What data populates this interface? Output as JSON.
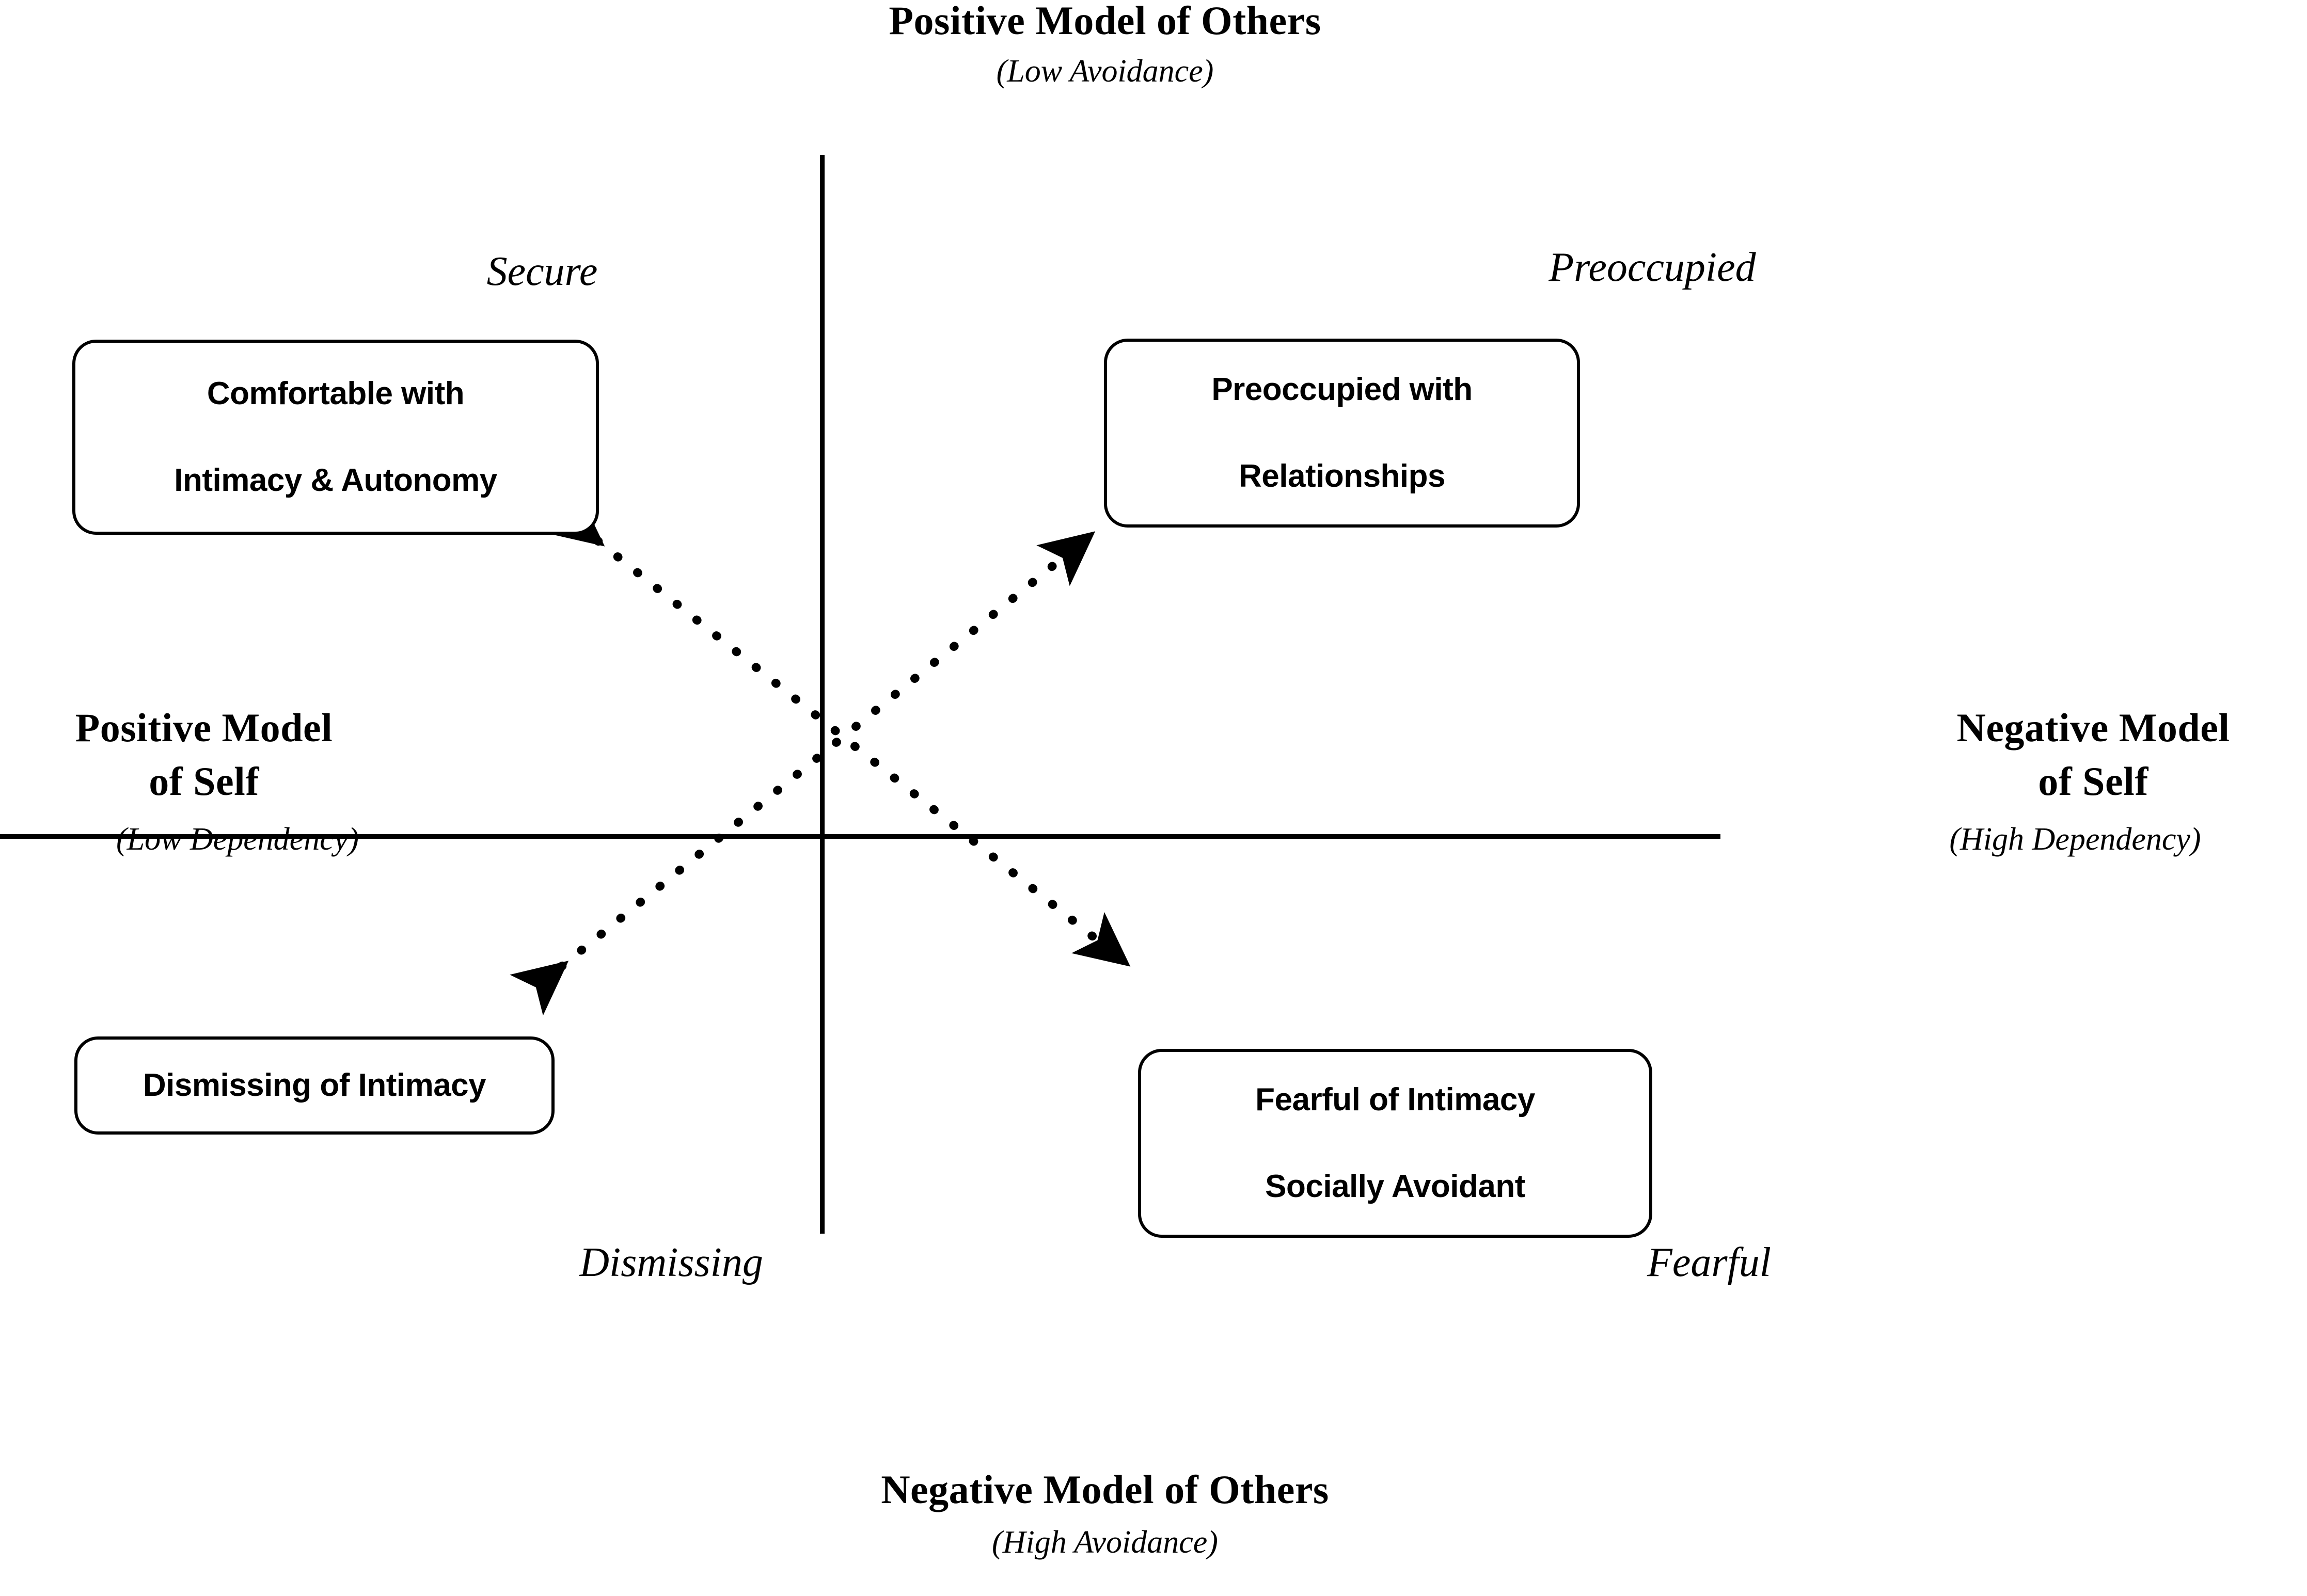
{
  "axes": {
    "top": {
      "title": "Positive Model of Others",
      "subtitle": "(Low Avoidance)"
    },
    "bottom": {
      "title": "Negative Model of Others",
      "subtitle": "(High Avoidance)"
    },
    "left": {
      "title_line1": "Positive Model",
      "title_line2": "of Self",
      "subtitle": "(Low Dependency)"
    },
    "right": {
      "title_line1": "Negative Model",
      "title_line2": "of Self",
      "subtitle": "(High Dependency)"
    }
  },
  "quadrants": [
    {
      "id": "secure",
      "name": "Secure",
      "position": "top-left",
      "box_lines": [
        "Comfortable with",
        "Intimacy & Autonomy"
      ]
    },
    {
      "id": "preoccupied",
      "name": "Preoccupied",
      "position": "top-right",
      "box_lines": [
        "Preoccupied with",
        "Relationships"
      ]
    },
    {
      "id": "dismissing",
      "name": "Dismissing",
      "position": "bottom-left",
      "box_lines": [
        "Dismissing of Intimacy"
      ]
    },
    {
      "id": "fearful",
      "name": "Fearful",
      "position": "bottom-right",
      "box_lines": [
        "Fearful of Intimacy",
        "Socially Avoidant"
      ]
    }
  ],
  "connectors": {
    "style": "dotted-double-headed-diagonal",
    "color": "#000000",
    "count": 2,
    "crossing_point": "center",
    "description": "Two dotted double-headed arrows forming an X, each linking opposite quadrant description boxes"
  },
  "colors": {
    "background": "#ffffff",
    "ink": "#000000"
  }
}
